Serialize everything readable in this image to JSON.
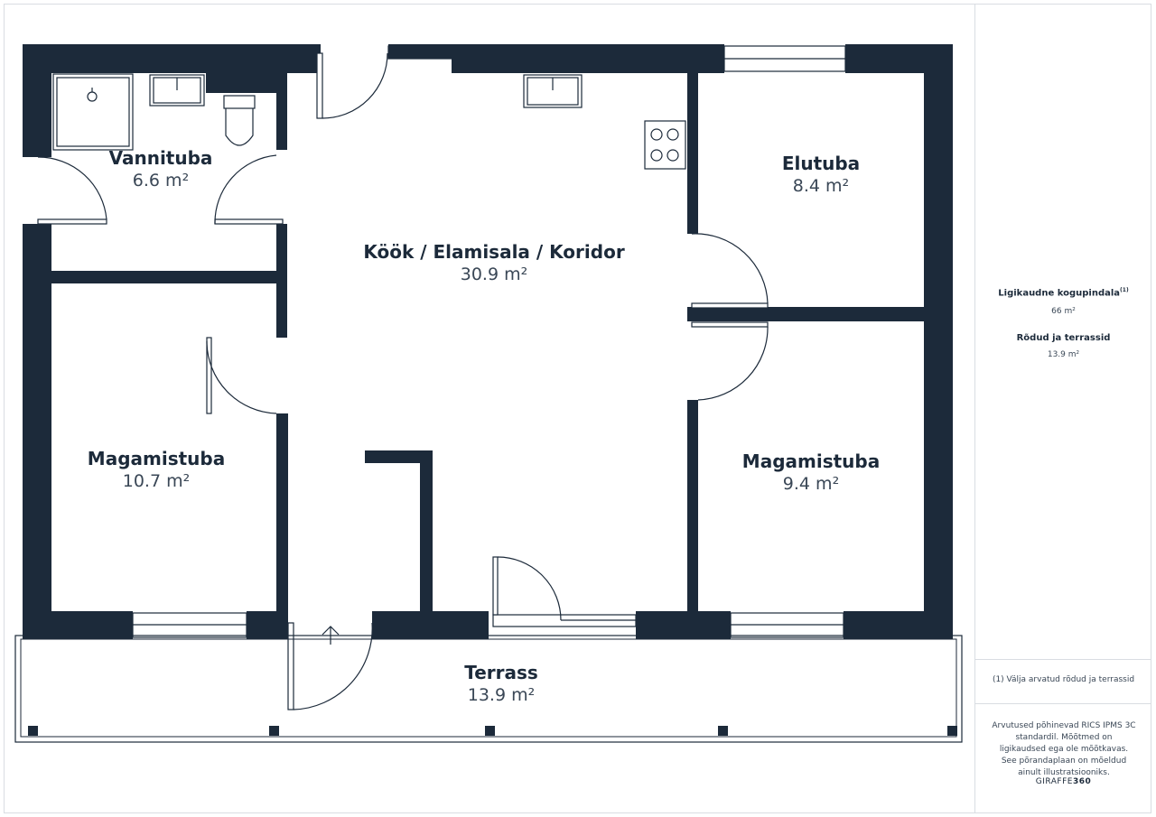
{
  "rooms": {
    "bathroom": {
      "name": "Vannituba",
      "area": "6.6 m²"
    },
    "kitchen": {
      "name": "Köök / Elamisala / Koridor",
      "area": "30.9 m²"
    },
    "living": {
      "name": "Elutuba",
      "area": "8.4 m²"
    },
    "bedroom_left": {
      "name": "Magamistuba",
      "area": "10.7 m²"
    },
    "bedroom_right": {
      "name": "Magamistuba",
      "area": "9.4 m²"
    },
    "terrace": {
      "name": "Terrass",
      "area": "13.9 m²"
    }
  },
  "sidebar": {
    "total_label": "Ligikaudne kogupindala",
    "total_sup": "(1)",
    "total_value": "66 m²",
    "balcony_label": "Rõdud ja terrassid",
    "balcony_value": "13.9 m²",
    "footnote": "(1) Välja arvatud rõdud ja terrassid",
    "disclaimer": "Arvutused põhinevad RICS IPMS 3C standardil. Mõõtmed on ligikaudsed ega ole mõõtkavas. See põrandaplaan on mõeldud ainult illustratsiooniks.",
    "brand_prefix": "GIRAFFE",
    "brand_suffix": "360"
  },
  "colors": {
    "wall": "#1c2a3a",
    "line": "#1c2a3a",
    "background": "#ffffff"
  },
  "icons": [
    "shower-icon",
    "sink-icon",
    "toilet-icon",
    "stove-icon",
    "entrance-arrow-icon"
  ]
}
